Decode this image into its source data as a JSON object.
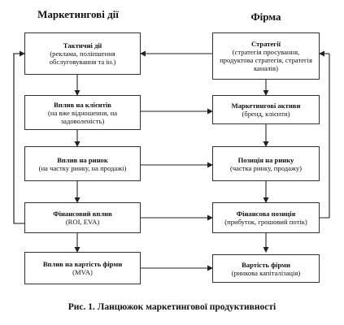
{
  "columns": {
    "left": "Маркетингові дії",
    "right": "Фірма"
  },
  "left_boxes": [
    {
      "title": "Тактичні дії",
      "sub": "(реклама, поліпшення обслуговування та ін.)"
    },
    {
      "title": "Вплив на клієнтів",
      "sub": "(на вже відношення, на задоволеність)"
    },
    {
      "title": "Вплив на ринок",
      "sub": "(на частку ринку, на продажі)"
    },
    {
      "title": "Фінансовий вплив",
      "sub": "(ROI, EVA)"
    },
    {
      "title": "Вплив на вартість фірми",
      "sub": "(MVA)"
    }
  ],
  "right_boxes": [
    {
      "title": "Стратегії",
      "sub": "(стратегія просування, продуктова стратегія, стратегія каналів)"
    },
    {
      "title": "Маркетингові активи",
      "sub": "(бренд, клієнти)"
    },
    {
      "title": "Позиція на ринку",
      "sub": "(частка ринку, продажу)"
    },
    {
      "title": "Фінансова позиція",
      "sub": "(прибуток, грошовий потік)"
    },
    {
      "title": "Вартість фірми",
      "sub": "(ринкова капіталізація)"
    }
  ],
  "caption": "Рис. 1. Ланцюжок маркетингової продуктивності"
}
